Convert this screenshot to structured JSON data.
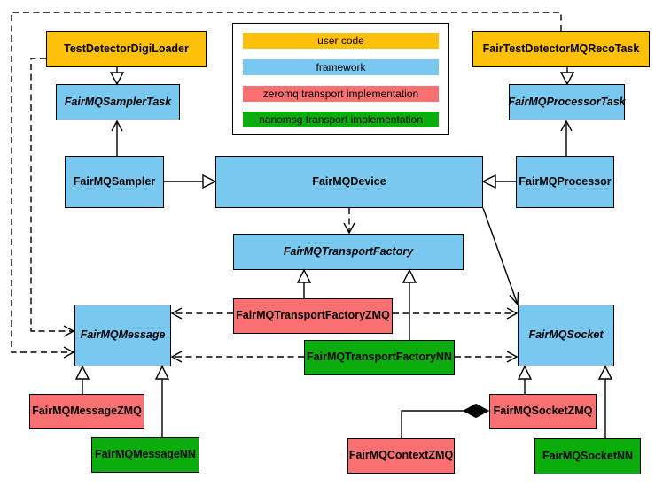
{
  "diagram": {
    "type": "uml-class-diagram",
    "colors": {
      "user_code": "#FFC107",
      "framework": "#78C8F0",
      "zeromq": "#F87070",
      "nanomsg": "#0AAD0B",
      "border": "#000000",
      "background": "#FFFFFF"
    },
    "legend": {
      "items": [
        {
          "label": "user code",
          "category": "user_code"
        },
        {
          "label": "framework",
          "category": "framework"
        },
        {
          "label": "zeromq transport implementation",
          "category": "zeromq"
        },
        {
          "label": "nanomsg transport implementation",
          "category": "nanomsg"
        }
      ]
    },
    "nodes": [
      {
        "label": "TestDetectorDigiLoader",
        "category": "user_code",
        "abstract": false
      },
      {
        "label": "FairTestDetectorMQRecoTask",
        "category": "user_code",
        "abstract": false
      },
      {
        "label": "FairMQSamplerTask",
        "category": "framework",
        "abstract": true
      },
      {
        "label": "FairMQProcessorTask",
        "category": "framework",
        "abstract": true
      },
      {
        "label": "FairMQSampler",
        "category": "framework",
        "abstract": false
      },
      {
        "label": "FairMQDevice",
        "category": "framework",
        "abstract": false
      },
      {
        "label": "FairMQProcessor",
        "category": "framework",
        "abstract": false
      },
      {
        "label": "FairMQTransportFactory",
        "category": "framework",
        "abstract": true
      },
      {
        "label": "FairMQTransportFactoryZMQ",
        "category": "zeromq",
        "abstract": false
      },
      {
        "label": "FairMQTransportFactoryNN",
        "category": "nanomsg",
        "abstract": false
      },
      {
        "label": "FairMQMessage",
        "category": "framework",
        "abstract": true
      },
      {
        "label": "FairMQSocket",
        "category": "framework",
        "abstract": true
      },
      {
        "label": "FairMQMessageZMQ",
        "category": "zeromq",
        "abstract": false
      },
      {
        "label": "FairMQMessageNN",
        "category": "nanomsg",
        "abstract": false
      },
      {
        "label": "FairMQContextZMQ",
        "category": "zeromq",
        "abstract": false
      },
      {
        "label": "FairMQSocketZMQ",
        "category": "zeromq",
        "abstract": false
      },
      {
        "label": "FairMQSocketNN",
        "category": "nanomsg",
        "abstract": false
      }
    ],
    "relationships": [
      {
        "from": "TestDetectorDigiLoader",
        "to": "FairMQSamplerTask",
        "type": "inheritance"
      },
      {
        "from": "FairTestDetectorMQRecoTask",
        "to": "FairMQProcessorTask",
        "type": "inheritance"
      },
      {
        "from": "FairMQSampler",
        "to": "FairMQDevice",
        "type": "inheritance"
      },
      {
        "from": "FairMQProcessor",
        "to": "FairMQDevice",
        "type": "inheritance"
      },
      {
        "from": "FairMQTransportFactoryZMQ",
        "to": "FairMQTransportFactory",
        "type": "inheritance"
      },
      {
        "from": "FairMQTransportFactoryNN",
        "to": "FairMQTransportFactory",
        "type": "inheritance"
      },
      {
        "from": "FairMQMessageZMQ",
        "to": "FairMQMessage",
        "type": "inheritance"
      },
      {
        "from": "FairMQMessageNN",
        "to": "FairMQMessage",
        "type": "inheritance"
      },
      {
        "from": "FairMQSocketZMQ",
        "to": "FairMQSocket",
        "type": "inheritance"
      },
      {
        "from": "FairMQSocketNN",
        "to": "FairMQSocket",
        "type": "inheritance"
      },
      {
        "from": "FairMQSampler",
        "to": "FairMQSamplerTask",
        "type": "association"
      },
      {
        "from": "FairMQProcessor",
        "to": "FairMQProcessorTask",
        "type": "association"
      },
      {
        "from": "FairMQDevice",
        "to": "FairMQSocket",
        "type": "association"
      },
      {
        "from": "FairMQDevice",
        "to": "FairMQTransportFactory",
        "type": "dependency"
      },
      {
        "from": "TestDetectorDigiLoader",
        "to": "FairMQMessage",
        "type": "dependency"
      },
      {
        "from": "FairTestDetectorMQRecoTask",
        "to": "FairMQMessage",
        "type": "dependency"
      },
      {
        "from": "FairMQTransportFactoryZMQ",
        "to": "FairMQMessage",
        "type": "dependency"
      },
      {
        "from": "FairMQTransportFactoryZMQ",
        "to": "FairMQSocket",
        "type": "dependency"
      },
      {
        "from": "FairMQTransportFactoryNN",
        "to": "FairMQMessage",
        "type": "dependency"
      },
      {
        "from": "FairMQTransportFactoryNN",
        "to": "FairMQSocket",
        "type": "dependency"
      },
      {
        "from": "FairMQContextZMQ",
        "to": "FairMQSocketZMQ",
        "type": "composition"
      }
    ]
  }
}
